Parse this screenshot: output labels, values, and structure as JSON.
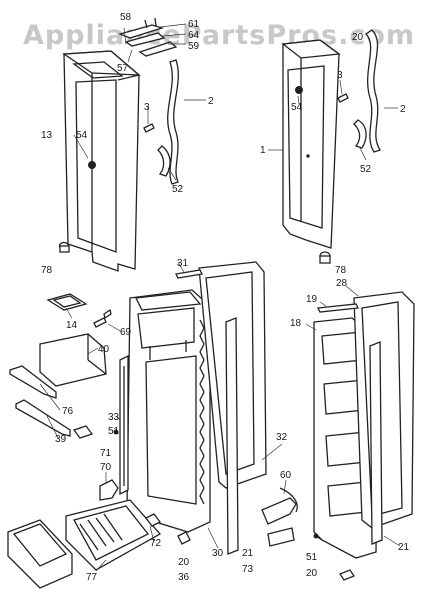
{
  "watermark": "AppliancePartsPros.com",
  "callouts": {
    "n58": "58",
    "n61": "61",
    "n64": "64",
    "n59": "59",
    "n57": "57",
    "n13": "13",
    "n54a": "54",
    "n3a": "3",
    "n2a": "2",
    "n52a": "52",
    "n78a": "78",
    "n20top": "20",
    "n3b": "3",
    "n54b": "54",
    "n2b": "2",
    "n1": "1",
    "n52b": "52",
    "n78b": "78",
    "n31": "31",
    "n14": "14",
    "n69": "69",
    "n40": "40",
    "n76": "76",
    "n39": "39",
    "n33": "33",
    "n51a": "51",
    "n71": "71",
    "n70": "70",
    "n72": "72",
    "n20a": "20",
    "n36": "36",
    "n77": "77",
    "n30": "30",
    "n21a": "21",
    "n73": "73",
    "n32": "32",
    "n60": "60",
    "n19": "19",
    "n28": "28",
    "n18": "18",
    "n21b": "21",
    "n51b": "51",
    "n20b": "20"
  }
}
